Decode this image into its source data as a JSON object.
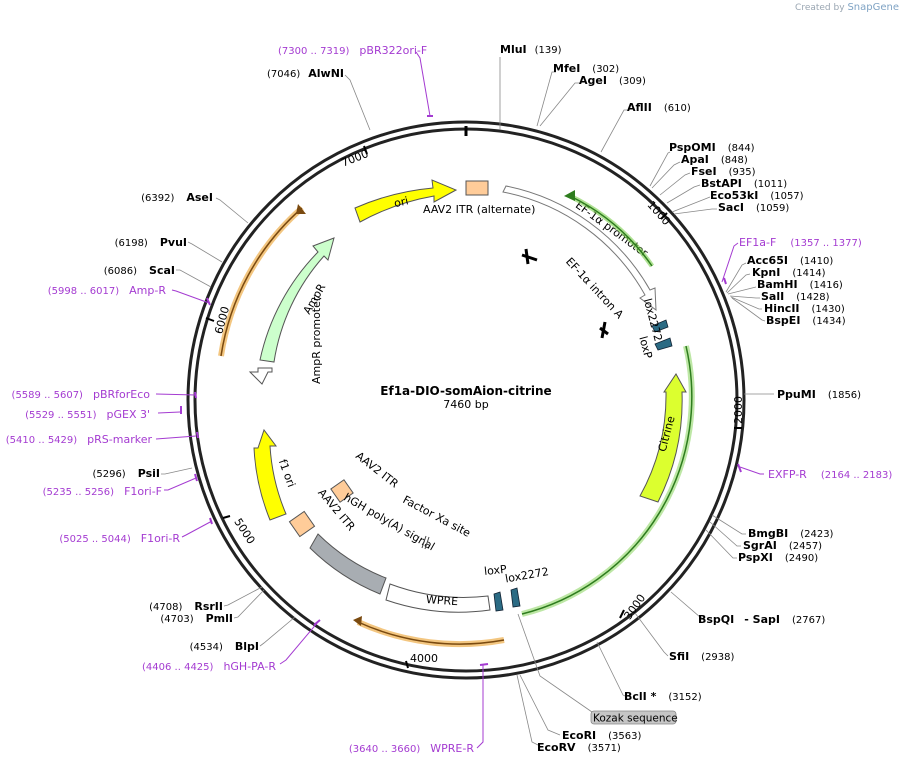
{
  "brand": {
    "prefix": "Created by",
    "name": "SnapGene"
  },
  "plasmid": {
    "name": "Ef1a-DIO-somAion-citrine",
    "length_label": "7460 bp"
  },
  "ticks": [
    "1000",
    "2000",
    "3000",
    "4000",
    "5000",
    "6000",
    "7000"
  ],
  "sites_right": [
    {
      "name": "MluI",
      "pos": "(139)"
    },
    {
      "name": "MfeI",
      "pos": "(302)"
    },
    {
      "name": "AgeI",
      "pos": "(309)"
    },
    {
      "name": "AflII",
      "pos": "(610)"
    },
    {
      "name": "PspOMI",
      "pos": "(844)"
    },
    {
      "name": "ApaI",
      "pos": "(848)"
    },
    {
      "name": "FseI",
      "pos": "(935)"
    },
    {
      "name": "BstAPI",
      "pos": "(1011)"
    },
    {
      "name": "Eco53kI",
      "pos": "(1057)"
    },
    {
      "name": "SacI",
      "pos": "(1059)"
    },
    {
      "name": "Acc65I",
      "pos": "(1410)"
    },
    {
      "name": "KpnI",
      "pos": "(1414)"
    },
    {
      "name": "BamHI",
      "pos": "(1416)"
    },
    {
      "name": "SalI",
      "pos": "(1428)"
    },
    {
      "name": "HincII",
      "pos": "(1430)"
    },
    {
      "name": "BspEI",
      "pos": "(1434)"
    },
    {
      "name": "PpuMI",
      "pos": "(1856)"
    },
    {
      "name": "BmgBI",
      "pos": "(2423)"
    },
    {
      "name": "SgrAI",
      "pos": "(2457)"
    },
    {
      "name": "PspXI",
      "pos": "(2490)"
    },
    {
      "name": "BspQI",
      "pos": "- SapI"
    },
    {
      "name": "SfiI",
      "pos": "(2938)"
    },
    {
      "name": "BclI *",
      "pos": "(3152)"
    },
    {
      "name": "EcoRI",
      "pos": "(3563)"
    },
    {
      "name": "EcoRV",
      "pos": "(3571)"
    }
  ],
  "bspqi_pos": "(2767)",
  "sites_left": [
    {
      "name": "AlwNI",
      "pos": "(7046)"
    },
    {
      "name": "AseI",
      "pos": "(6392)"
    },
    {
      "name": "PvuI",
      "pos": "(6198)"
    },
    {
      "name": "ScaI",
      "pos": "(6086)"
    },
    {
      "name": "PsiI",
      "pos": "(5296)"
    },
    {
      "name": "RsrII",
      "pos": "(4708)"
    },
    {
      "name": "PmlI",
      "pos": "(4703)"
    },
    {
      "name": "BlpI",
      "pos": "(4534)"
    }
  ],
  "primers": [
    {
      "name": "pBR322ori-F",
      "range": "(7300 .. 7319)"
    },
    {
      "name": "EF1a-F",
      "range": "(1357 .. 1377)"
    },
    {
      "name": "EXFP-R",
      "range": "(2164 .. 2183)"
    },
    {
      "name": "WPRE-R",
      "range": "(3640 .. 3660)"
    },
    {
      "name": "hGH-PA-R",
      "range": "(4406 .. 4425)"
    },
    {
      "name": "F1ori-R",
      "range": "(5025 .. 5044)"
    },
    {
      "name": "F1ori-F",
      "range": "(5235 .. 5256)"
    },
    {
      "name": "pRS-marker",
      "range": "(5410 .. 5429)"
    },
    {
      "name": "pGEX 3'",
      "range": "(5529 .. 5551)"
    },
    {
      "name": "pBRforEco",
      "range": "(5589 .. 5607)"
    },
    {
      "name": "Amp-R",
      "range": "(5998 .. 6017)"
    }
  ],
  "features": {
    "aav2_itr_alt": "AAV2 ITR (alternate)",
    "ef1a_promoter": "EF-1α promoter",
    "ef1a_intron": "EF-1α intron A",
    "lox2272_top": "lox2272",
    "loxp_top": "loxP",
    "citrine": "Citrine",
    "ori": "ori",
    "ampr": "AmpR",
    "ampr_promoter": "AmpR promoter",
    "f1_ori": "f1 ori",
    "aav2_itr_a": "AAV2 ITR",
    "aav2_itr_b": "AAV2 ITR",
    "hgh_polya": "hGH poly(A) signal",
    "factor_xa": "Factor Xa site",
    "wpre": "WPRE",
    "loxp_bottom": "loxP",
    "lox2272_bottom": "lox2272",
    "kozak": "Kozak sequence"
  },
  "colors": {
    "backbone": "#222222",
    "primer": "#a43bd1",
    "ori": "#ffff00",
    "citrine": "#dcff2f",
    "ampr": "#ccffcc",
    "itr": "#ffcc99",
    "polya": "#a8adb2",
    "lox": "#2b6b84",
    "green_highlight": "#66bb33",
    "orange_highlight": "#f0b860"
  }
}
